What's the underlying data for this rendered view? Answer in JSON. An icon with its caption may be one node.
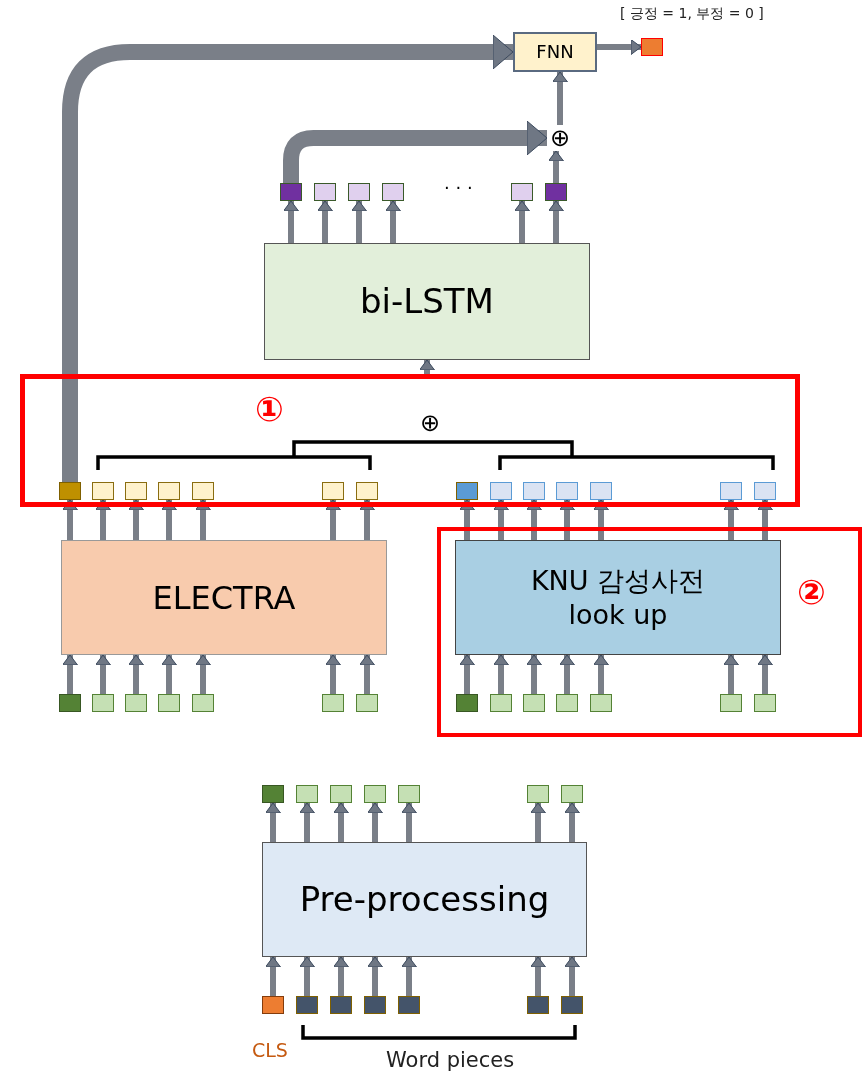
{
  "diagram": {
    "nodes": [
      {
        "text": [
          "FNN"
        ]
      },
      {
        "text": [],
        "shape": "box"
      },
      {
        "text": [
          "⊕"
        ]
      },
      {
        "text": [],
        "shape": "box"
      },
      {
        "text": [],
        "shape": "box"
      },
      {
        "text": [],
        "shape": "box"
      },
      {
        "text": [],
        "shape": "box"
      },
      {
        "text": [],
        "shape": "box"
      },
      {
        "text": [],
        "shape": "box"
      },
      {
        "text": [
          "bi-LSTM"
        ]
      },
      {
        "text": [
          "①"
        ]
      },
      {
        "text": [],
        "shape": "box",
        "in": 10
      },
      {
        "text": [],
        "shape": "box",
        "in": 10
      },
      {
        "text": [],
        "shape": "box",
        "in": 10
      },
      {
        "text": [],
        "shape": "box",
        "in": 10
      },
      {
        "text": [],
        "shape": "box",
        "in": 10
      },
      {
        "text": [],
        "shape": "box",
        "in": 10
      },
      {
        "text": [],
        "shape": "box",
        "in": 10
      },
      {
        "text": [],
        "shape": "box",
        "in": 10
      },
      {
        "text": [],
        "shape": "box",
        "in": 10
      },
      {
        "text": [],
        "shape": "box",
        "in": 10
      },
      {
        "text": [],
        "shape": "box",
        "in": 10
      },
      {
        "text": [],
        "shape": "box",
        "in": 10
      },
      {
        "text": [],
        "shape": "box",
        "in": 10
      },
      {
        "text": [],
        "shape": "box",
        "in": 10
      },
      {
        "text": [
          "②"
        ]
      },
      {
        "text": [
          "ELECTRA"
        ]
      },
      {
        "text": [
          "KNU 감성사전 look up"
        ],
        "in": 25
      },
      {
        "text": [],
        "shape": "box"
      },
      {
        "text": [],
        "shape": "box"
      },
      {
        "text": [],
        "shape": "box"
      },
      {
        "text": [],
        "shape": "box"
      },
      {
        "text": [],
        "shape": "box"
      },
      {
        "text": [],
        "shape": "box"
      },
      {
        "text": [],
        "shape": "box"
      },
      {
        "text": [],
        "shape": "box",
        "in": 25
      },
      {
        "text": [],
        "shape": "box",
        "in": 25
      },
      {
        "text": [],
        "shape": "box",
        "in": 25
      },
      {
        "text": [],
        "shape": "box",
        "in": 25
      },
      {
        "text": [],
        "shape": "box",
        "in": 25
      },
      {
        "text": [],
        "shape": "box",
        "in": 25
      },
      {
        "text": [],
        "shape": "box",
        "in": 25
      },
      {
        "text": [],
        "shape": "box"
      },
      {
        "text": [],
        "shape": "box"
      },
      {
        "text": [],
        "shape": "box"
      },
      {
        "text": [],
        "shape": "box"
      },
      {
        "text": [],
        "shape": "box"
      },
      {
        "text": [],
        "shape": "box"
      },
      {
        "text": [],
        "shape": "box"
      },
      {
        "text": [
          "Pre-processing"
        ]
      },
      {
        "text": [],
        "shape": "box"
      },
      {
        "text": [],
        "shape": "box"
      },
      {
        "text": [],
        "shape": "box"
      },
      {
        "text": [],
        "shape": "box"
      },
      {
        "text": [],
        "shape": "box"
      },
      {
        "text": [],
        "shape": "box"
      },
      {
        "text": [],
        "shape": "box"
      }
    ],
    "edges": [
      {
        "from": 11,
        "to": 0,
        "arrow": "to",
        "style": "thick"
      },
      {
        "from": 0,
        "to": 1,
        "arrow": "to"
      },
      {
        "from": 2,
        "to": 0,
        "arrow": "to"
      },
      {
        "from": 3,
        "to": 2,
        "arrow": "to",
        "style": "thick"
      },
      {
        "from": 8,
        "to": 2,
        "arrow": "to"
      },
      {
        "from": 9,
        "to": 3,
        "arrow": "to"
      },
      {
        "from": 9,
        "to": 4,
        "arrow": "to"
      },
      {
        "from": 9,
        "to": 5,
        "arrow": "to"
      },
      {
        "from": 9,
        "to": 6,
        "arrow": "to"
      },
      {
        "from": 9,
        "to": 7,
        "arrow": "to"
      },
      {
        "from": 9,
        "to": 8,
        "arrow": "to"
      },
      {
        "from": 10,
        "to": 9,
        "arrow": "to"
      },
      {
        "from": 26,
        "to": 11,
        "arrow": "to"
      },
      {
        "from": 26,
        "to": 12,
        "arrow": "to"
      },
      {
        "from": 26,
        "to": 13,
        "arrow": "to"
      },
      {
        "from": 26,
        "to": 14,
        "arrow": "to"
      },
      {
        "from": 26,
        "to": 15,
        "arrow": "to"
      },
      {
        "from": 26,
        "to": 16,
        "arrow": "to"
      },
      {
        "from": 26,
        "to": 17,
        "arrow": "to"
      },
      {
        "from": 27,
        "to": 18,
        "arrow": "to"
      },
      {
        "from": 27,
        "to": 19,
        "arrow": "to"
      },
      {
        "from": 27,
        "to": 20,
        "arrow": "to"
      },
      {
        "from": 27,
        "to": 21,
        "arrow": "to"
      },
      {
        "from": 27,
        "to": 22,
        "arrow": "to"
      },
      {
        "from": 27,
        "to": 23,
        "arrow": "to"
      },
      {
        "from": 27,
        "to": 24,
        "arrow": "to"
      },
      {
        "from": 28,
        "to": 26,
        "arrow": "to"
      },
      {
        "from": 29,
        "to": 26,
        "arrow": "to"
      },
      {
        "from": 30,
        "to": 26,
        "arrow": "to"
      },
      {
        "from": 31,
        "to": 26,
        "arrow": "to"
      },
      {
        "from": 32,
        "to": 26,
        "arrow": "to"
      },
      {
        "from": 33,
        "to": 26,
        "arrow": "to"
      },
      {
        "from": 34,
        "to": 26,
        "arrow": "to"
      },
      {
        "from": 35,
        "to": 27,
        "arrow": "to"
      },
      {
        "from": 36,
        "to": 27,
        "arrow": "to"
      },
      {
        "from": 37,
        "to": 27,
        "arrow": "to"
      },
      {
        "from": 38,
        "to": 27,
        "arrow": "to"
      },
      {
        "from": 39,
        "to": 27,
        "arrow": "to"
      },
      {
        "from": 40,
        "to": 27,
        "arrow": "to"
      },
      {
        "from": 41,
        "to": 27,
        "arrow": "to"
      },
      {
        "from": 49,
        "to": 42,
        "arrow": "to"
      },
      {
        "from": 49,
        "to": 43,
        "arrow": "to"
      },
      {
        "from": 49,
        "to": 44,
        "arrow": "to"
      },
      {
        "from": 49,
        "to": 45,
        "arrow": "to"
      },
      {
        "from": 49,
        "to": 46,
        "arrow": "to"
      },
      {
        "from": 49,
        "to": 47,
        "arrow": "to"
      },
      {
        "from": 49,
        "to": 48,
        "arrow": "to"
      },
      {
        "from": 50,
        "to": 49,
        "arrow": "to"
      },
      {
        "from": 51,
        "to": 49,
        "arrow": "to"
      },
      {
        "from": 52,
        "to": 49,
        "arrow": "to"
      },
      {
        "from": 53,
        "to": 49,
        "arrow": "to"
      },
      {
        "from": 54,
        "to": 49,
        "arrow": "to"
      },
      {
        "from": 55,
        "to": 49,
        "arrow": "to"
      },
      {
        "from": 56,
        "to": 49,
        "arrow": "to"
      }
    ],
    "labels": [
      "[ 긍정 = 1, 부정 = 0 ]",
      "· · ·",
      "⊕",
      "CLS",
      "Word pieces"
    ]
  }
}
